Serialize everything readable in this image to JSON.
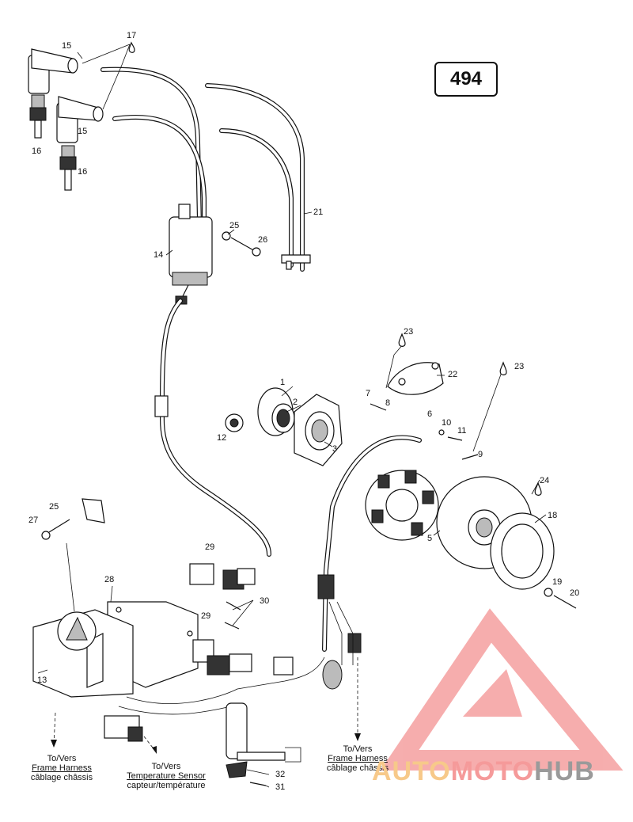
{
  "diagram": {
    "page_ref": "494",
    "part_numbers": [
      "1",
      "2",
      "3",
      "5",
      "6",
      "7",
      "8",
      "9",
      "10",
      "11",
      "12",
      "13",
      "14",
      "15",
      "15",
      "16",
      "16",
      "17",
      "18",
      "19",
      "20",
      "21",
      "22",
      "23",
      "23",
      "24",
      "25",
      "25",
      "26",
      "27",
      "28",
      "29",
      "29",
      "30",
      "31",
      "32"
    ],
    "destinations": {
      "frame_harness_left": {
        "to": "To/Vers",
        "name": "Frame Harness",
        "fr": "câblage châssis"
      },
      "temp_sensor": {
        "to": "To/Vers",
        "name": "Temperature Sensor",
        "fr": "capteur/température"
      },
      "frame_harness_right": {
        "to": "To/Vers",
        "name": "Frame Harness",
        "fr": "câblage châssis"
      }
    },
    "watermark": {
      "part1": "AUTO",
      "part2": "MOTO",
      "part3": "HUB",
      "triangle_color": "#f28b8b"
    }
  }
}
